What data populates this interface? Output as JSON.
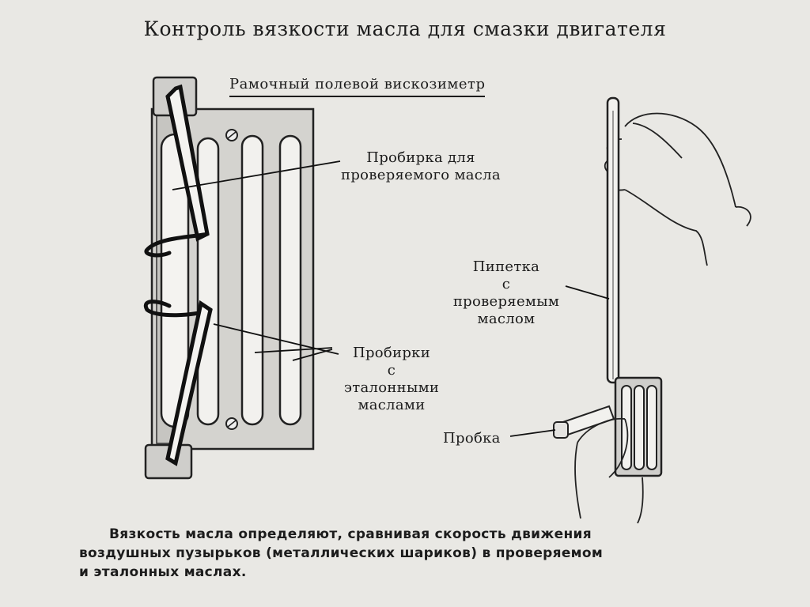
{
  "title": "Контроль вязкости масла для смазки двигателя",
  "subtitle": "Рамочный полевой вискозиметр",
  "labels": {
    "test_tube": [
      "Пробирка для",
      "проверяемого масла"
    ],
    "reference_tubes": [
      "Пробирки",
      "с эталонными",
      "маслами"
    ],
    "pipette": [
      "Пипетка",
      "с проверяемым",
      "маслом"
    ],
    "cork": "Пробка"
  },
  "caption": [
    "Вязкость масла определяют, сравнивая скорость движения",
    "воздушных пузырьков (металлических шариков) в проверяемом",
    "и эталонных маслах."
  ]
}
